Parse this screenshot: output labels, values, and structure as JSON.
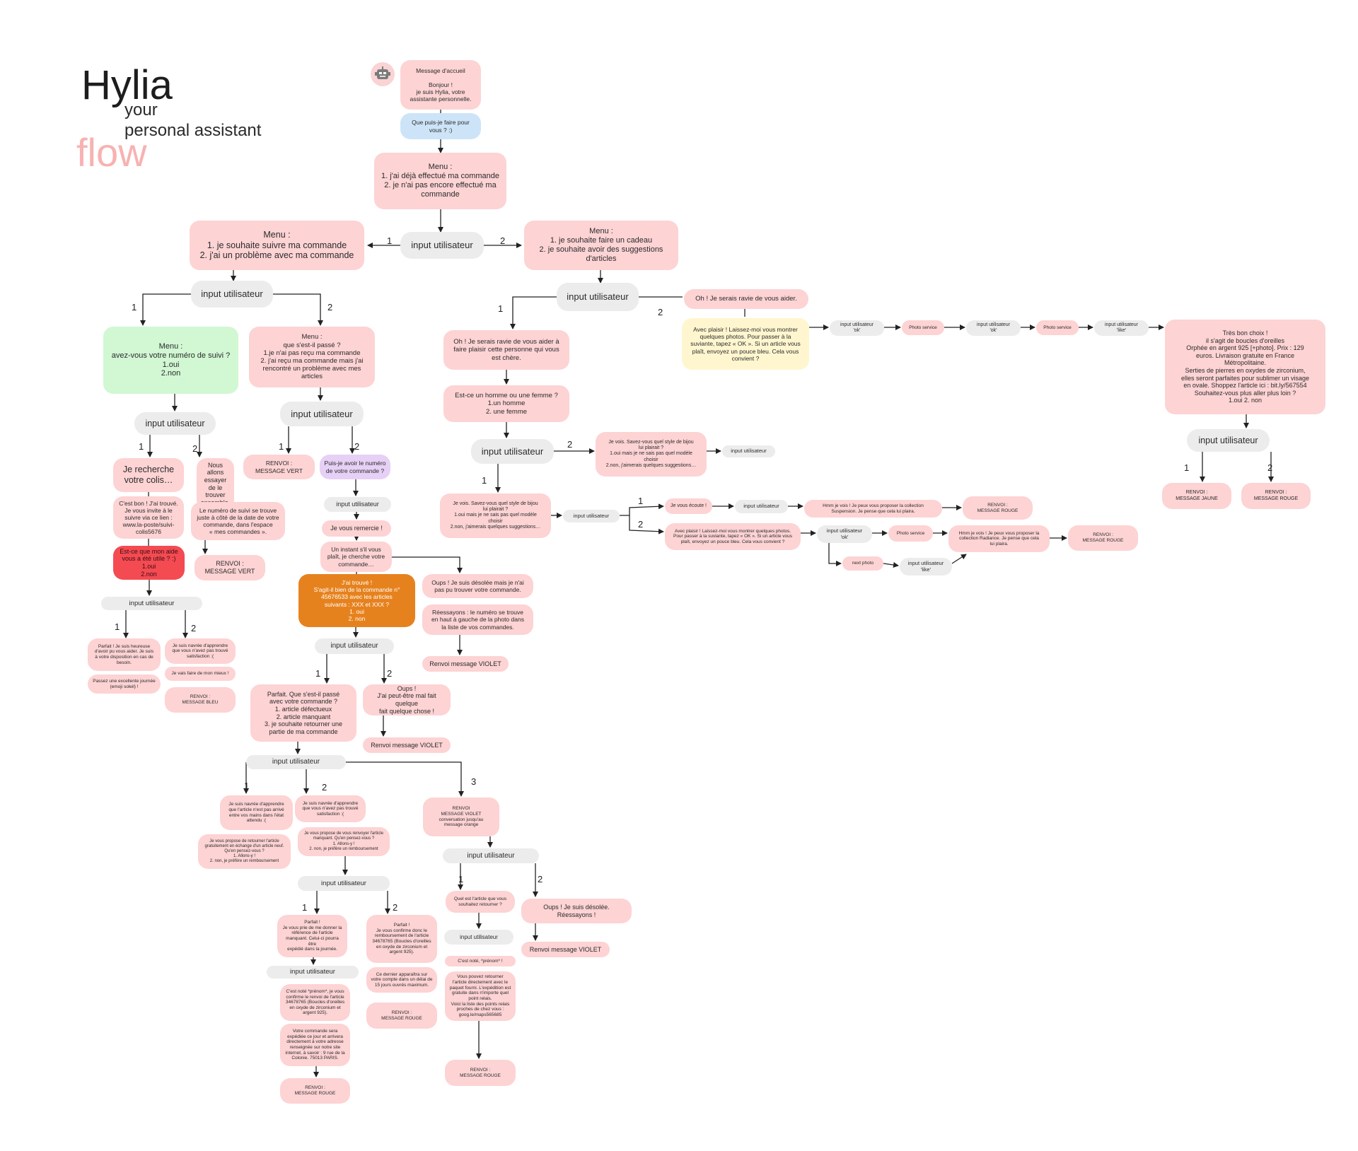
{
  "title": {
    "main": "Hylia",
    "line1": "your",
    "line2": "personal assistant",
    "line3": "flow"
  },
  "avatar": {
    "icon": "robot-icon"
  },
  "colors": {
    "pink": "#fdd3d4",
    "green": "#d1f7d3",
    "blue": "#cde4f8",
    "purple": "#e6d0f5",
    "yellow": "#fff6cf",
    "red": "#f44a52",
    "orange": "#e6821e",
    "input": "#ececec",
    "title_accent": "#f7b2b1"
  },
  "nodes": {
    "welcome": "Message d'accueil\n\nBonjour !\nje suis Hylia, votre\nassistante personnelle.",
    "question": "Que puis-je faire pour\nvous ? :)",
    "menu_main": "Menu :\n1. j'ai déjà effectué ma commande\n2. je n'ai pas encore effectué ma\ncommande",
    "input_main": "input utilisateur",
    "menu_suivi": "Menu :\n1. je souhaite suivre ma commande\n2. j'ai un problème avec ma commande",
    "menu_cadeau": "Menu :\n1. je souhaite faire un cadeau\n2. je souhaite avoir des suggestions\nd'articles",
    "input_suivi": "input utilisateur",
    "menu_numero": "Menu :\navez-vous votre numéro de suivi ?\n1.oui\n2.non",
    "menu_probleme": "Menu :\nque s'est-il passé ?\n1.je n'ai pas reçu ma commande\n2. j'ai reçu ma commande mais j'ai\nrencontré un problème avec mes\narticles",
    "input_numero": "input utilisateur",
    "je_recherche": "Je recherche\nvotre colis…",
    "nous_allons": "Nous allons\nessayer de le\ntrouver\nensemble.",
    "cest_bon": "C'est bon ! J'ai trouvé.\nJe vous invite à le\nsuivre via ce lien :\nwww.la-poste/suivi-\ncolis5676",
    "numero_suivi": "Le numéro de suivi se trouve\njuste à côté de la date de votre\ncommande, dans l'espace\n« mes commandes ».",
    "utile": "Est-ce que mon aide\nvous a été utile ? :)\n1.oui\n2.non",
    "renvoi_vert_2": "RENVOI :\nMESSAGE VERT",
    "input_utile": "input utilisateur",
    "parfait_heureuse": "Parfait ! Je suis heureuse\nd'avoir pu vous aider. Je suis\nà votre disposition en cas de\nbesoin.",
    "navree_satisf": "Je suis navrée d'apprendre\nque vous n'avez pas trouvé\nsatisfaction :(",
    "excellente": "Passez une excellente journée\n(emoji soleil) !",
    "faire_mieux": "Je vais faire de mon mieux !",
    "renvoi_bleu": "RENVOI :\nMESSAGE BLEU",
    "input_probleme": "input utilisateur",
    "renvoi_vert_1": "RENVOI :\nMESSAGE VERT",
    "puis_je": "Puis-je avoir le numéro\nde votre commande ?",
    "input_cmd": "input utilisateur",
    "remercie": "Je vous remercie !",
    "instant": "Un instant s'il vous\nplaît, je cherche votre\ncommande…",
    "trouve": "J'ai trouvé !\nS'agit-il bien de la commande n°\n45676533 avec les articles\nsuivants : XXX et XXX ?\n1. oui\n2. non",
    "oups_pas_pu": "Oups ! Je suis désolée mais je n'ai\npas pu trouver votre commande.",
    "reessayons_num": "Réessayons : le numéro se trouve\nen haut à gauche de la photo dans\nla liste de vos commandes.",
    "renvoi_violet_1": "Renvoi message VIOLET",
    "input_trouve": "input utilisateur",
    "parfait_passe": "Parfait. Que s'est-il passé\navec votre commande ?\n1. article défectueux\n2. article manquant\n3. je souhaite retourner une\npartie de ma commande",
    "oups_mal": "Oups !\nJ'ai peut-être mal fait quelque\nfait quelque chose !",
    "renvoi_violet_2": "Renvoi message VIOLET",
    "input_passe": "input utilisateur",
    "navree_abime": "Je suis navrée d'apprendre\nque l'article n'est pas arrivé\nentre vos mains dans l'état\nattendu :(",
    "navree_manquant": "Je suis navrée d'apprendre\nque vous n'avez pas trouvé\nsatisfaction :(",
    "renvoi_violet_3": "RENVOI\nMESSAGE VIOLET\nconversation jusqu'au\nmessage orange",
    "propose_retour": "Je vous propose de retourner l'article\ngratuitement en échange d'un article neuf.\nQu'en pensez-vous ?\n1. Allons-y !\n2. non, je préfère un remboursement",
    "propose_renvoi": "Je vous propose de vous renvoyer l'article\nmanquant. Qu'en pensez-vous ?\n1. Allons-y !\n2. non, je préfère un remboursement",
    "input_retour": "input utilisateur",
    "input_renvoi": "input utilisateur",
    "parfait_ref": "Parfait !\nJe vous prie de me donner la\nréférence de l'article\nmanquant. Celui-ci pourra être\nexpédié dans la journée.",
    "parfait_remb": "Parfait !\nJe vous confirme donc le\nremboursement de l'article\n34678765 (Boucles d'oreilles\nen oxyde de zirconium et\nargent 925).",
    "input_ref": "input utilisateur",
    "note_prenom": "C'est noté *prénom*, je vous\nconfirme le renvoi de l'article\n34678765 (Boucles d'oreilles\nen oxyde de zirconium et\nargent 925).",
    "apparaitra": "Ce dernier apparaîtra sur\nvotre compte dans un délai de\n15 jours ouvrés maximum.",
    "expediee": "Votre commande sera\nexpédiée ce jour et arrivera\ndirectement à votre adresse\nrenseignée sur notre site\ninternet, à savoir : 9 rue de la\nColonie. 75013 PARIS.",
    "renvoi_rouge_remb": "RENVOI :\nMESSAGE ROUGE",
    "renvoi_rouge_exp": "RENVOI :\nMESSAGE ROUGE",
    "input_3": "input utilisateur",
    "quel_article": "Quel est l'article que vous\nsouhaitez retourner ?",
    "oups_reessayons": "Oups ! Je suis désolée.\nRéessayons !",
    "input_article": "input utilisateur",
    "renvoi_violet_4": "Renvoi message VIOLET",
    "note_prenom_2": "C'est noté, *prénom* !",
    "retourner": "Vous pouvez retourner\nl'article directement avec le\npaquet fourni. L'expédition est\ngratuite dans n'importe quel\npoint relais.\nVoici la liste des points relais\nproches de chez vous :\ngoog.le/maps565685",
    "renvoi_rouge_ret": "RENVOI :\nMESSAGE ROUGE",
    "input_cadeau": "input utilisateur",
    "ravie_cadeau": "Oh ! Je serais ravie de vous aider à\nfaire plaisir cette personne qui vous\nest chère.",
    "ravie_suggest": "Oh ! Je serais ravie de vous aider.",
    "avec_plaisir": "Avec plaisir ! Laissez-moi vous montrer\nquelques photos. Pour passer à la\nsuviante, tapez « OK ». Si un article vous\nplaît, envoyez un pouce bleu. Cela vous\nconvient ?",
    "input_ok_1": "input utilisateur\n'ok'",
    "photo_1": "Photo service",
    "input_ok_2": "input utilisateur\n'ok'",
    "photo_2": "Photo service",
    "input_like": "input utilisateur\n'like'",
    "tres_bon": "Très bon choix !\nil s'agit de boucles d'oreilles\nOrphée en argent 925 [+photo]. Prix : 129\neuros. Livraison gratuite en France\nMétropolitaine.\nSerties de pierres en oxydes de zirconium,\nelles seront parfaites pour sublimer un visage\nen ovale. Shoppez l'article ici : bit.ly/567554\nSouhaitez-vous plus aller plus loin ?\n1.oui  2. non",
    "input_choix": "input utilisateur",
    "renvoi_jaune": "RENVOI :\nMESSAGE JAUNE",
    "renvoi_rouge_choix": "RENVOI :\nMESSAGE ROUGE",
    "homme_femme": "Est-ce un homme ou une femme ?\n1.un homme\n2. une femme",
    "input_genre": "input utilisateur",
    "vois_style_f": "Je vois. Savez-vous quel style de bijou\nlui plairait ?\n1.oui mais je ne sais pas quel modèle\nchoisir\n2.non, j'aimerais quelques suggestions…",
    "input_style_f": "input utilisateur",
    "vois_style_h": "Je vois. Savez-vous quel style de bijou\nlui plairait ?\n1.oui mais je ne sais pas quel modèle\nchoisir\n2.non, j'aimerais quelques suggestions…",
    "input_style_h": "input utilisateur",
    "ecoute": "Je vous écoute !",
    "input_ecoute": "input utilisateur",
    "hmm_suspension": "Hmm je vois ! Je peux vous proposer la collection\nSuspension. Je pense que cela lui plaira.",
    "renvoi_rouge_susp": "RENVOI :\nMESSAGE ROUGE",
    "avec_plaisir_2": "Avec plaisir ! Laissez-moi vous montrer quelques photos.\nPour passer à la suviante, tapez « OK ». Si un article vous\nplaît, envoyez un pouce bleu. Cela vous convient ?",
    "input_ok_3": "input utilisateur\n'ok'",
    "photo_3": "Photo service",
    "next_photo": "next photo",
    "input_like_2": "input utilisateur\n'like'",
    "hmm_radiance": "Hmm je vois ! Je peux vous proposer la\ncollection Radiance. Je pense que cela\nlui plaira.",
    "renvoi_rouge_rad": "RENVOI :\nMESSAGE ROUGE"
  },
  "labels": {
    "one": "1",
    "two": "2",
    "three": "3"
  }
}
